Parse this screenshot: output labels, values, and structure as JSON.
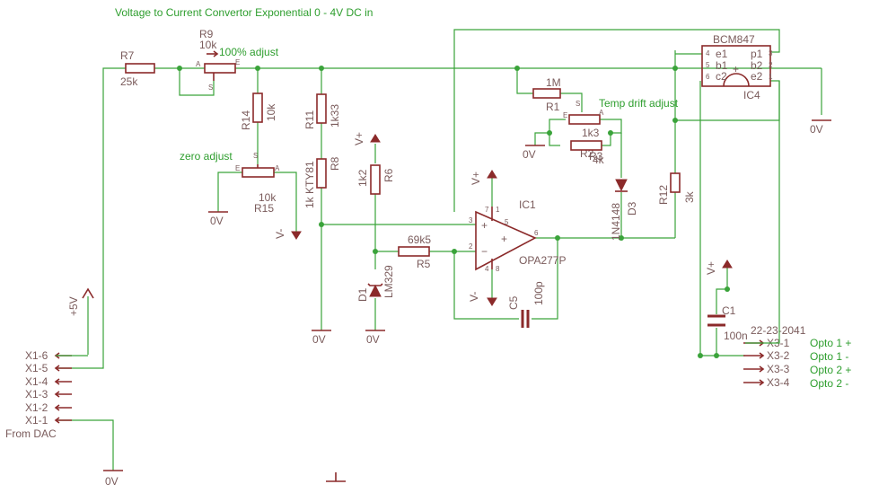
{
  "title": "Voltage to Current Convertor Exponential 0 - 4V DC in",
  "notes": {
    "adjust_100": "100% adjust",
    "zero_adjust": "zero adjust",
    "temp_drift": "Temp drift adjust"
  },
  "resistors": {
    "r7": {
      "name": "R7",
      "value": "25k"
    },
    "r9": {
      "name": "R9",
      "value": "10k"
    },
    "r14": {
      "name": "R14",
      "value": "10k"
    },
    "r15": {
      "name": "R15",
      "value": "10k"
    },
    "r11": {
      "name": "R11",
      "value": "1k33"
    },
    "r8": {
      "name": "R8",
      "value": "1k KTY81"
    },
    "r6": {
      "name": "R6",
      "value": "1k2"
    },
    "r5": {
      "name": "R5",
      "value": "69k5"
    },
    "r1": {
      "name": "R1",
      "value": "1M"
    },
    "r2": {
      "name": "R2",
      "value": "1k3"
    },
    "r3": {
      "name": "R3",
      "value": "4k"
    },
    "r12": {
      "name": "R12",
      "value": "3k"
    }
  },
  "ic1": {
    "name": "IC1",
    "part": "OPA277P"
  },
  "ic4": {
    "name": "IC4",
    "part": "BCM847"
  },
  "d1": {
    "name": "D1",
    "part": "LM329"
  },
  "d3": {
    "name": "D3",
    "part": "1N4148"
  },
  "c5": {
    "name": "C5",
    "value": "100p"
  },
  "c1": {
    "name": "C1",
    "value": "100n"
  },
  "supplies": {
    "vplus": "V+",
    "vminus": "V-",
    "gnd": "0V",
    "plus5": "+5V"
  },
  "connector_x1": {
    "pins": [
      "X1-6",
      "X1-5",
      "X1-4",
      "X1-3",
      "X1-2",
      "X1-1"
    ],
    "label": "From DAC"
  },
  "connector_x3": {
    "part": "22-23-2041",
    "pins": [
      "X3-1",
      "X3-2",
      "X3-3",
      "X3-4"
    ],
    "signals": [
      "Opto 1 +",
      "Opto 1 -",
      "Opto 2 +",
      "Opto 2 -"
    ]
  },
  "pot_pins": {
    "a": "A",
    "e": "E",
    "s": "S"
  },
  "ic4_pins": {
    "e1": "e1",
    "b1": "b1",
    "c2": "c2",
    "p1": "p1",
    "b2": "b2",
    "e2": "e2"
  },
  "opamp_pins": {
    "p1": "1",
    "p2": "2",
    "p3": "3",
    "p4": "4",
    "p5": "5",
    "p6": "6",
    "p7": "7",
    "p8": "8",
    "plus": "+",
    "minus": "−"
  },
  "ic4_pin_numbers": {
    "n1": "1",
    "n2": "2",
    "n3": "3",
    "n4": "4",
    "n5": "5",
    "n6": "6"
  }
}
